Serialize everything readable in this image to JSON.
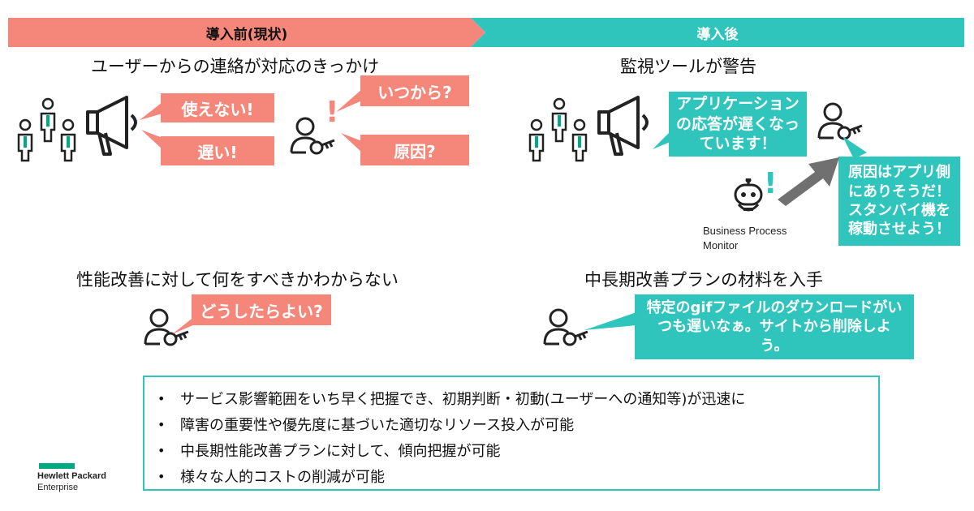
{
  "header": {
    "before_label": "導入前(現状)",
    "after_label": "導入後"
  },
  "before": {
    "heading_top": "ユーザーからの連絡が対応のきっかけ",
    "bubble_unusable": "使えない!",
    "bubble_slow": "遅い!",
    "bubble_since_when": "いつから?",
    "bubble_cause": "原因?",
    "heading_bottom": "性能改善に対して何をすべきかわからない",
    "bubble_what_to_do": "どうしたらよい?"
  },
  "after": {
    "heading_top": "監視ツールが警告",
    "bubble_alert": "アプリケーションの応答が遅くなっています！",
    "bubble_cause": "原因はアプリ側にありそうだ！スタンバイ機を稼動させよう！",
    "bpm_line1": "Business Process",
    "bpm_line2": "Monitor",
    "heading_bottom": "中長期改善プランの材料を入手",
    "bubble_gif": "特定のgifファイルのダウンロードがいつも遅いなぁ。サイトから削除しよう。"
  },
  "summary": {
    "items": [
      "サービス影響範囲をいち早く把握でき、初期判断・初動(ユーザーへの通知等)が迅速に",
      "障害の重要性や優先度に基づいた適切なリソース投入が可能",
      "中長期性能改善プランに対して、傾向把握が可能",
      "様々な人的コストの削減が可能"
    ]
  },
  "logo": {
    "line1": "Hewlett Packard",
    "line2": "Enterprise"
  },
  "colors": {
    "before_accent": "#f5877a",
    "after_accent": "#2fc5bd",
    "hpe_green": "#01a982",
    "arrow_gray": "#707070"
  }
}
